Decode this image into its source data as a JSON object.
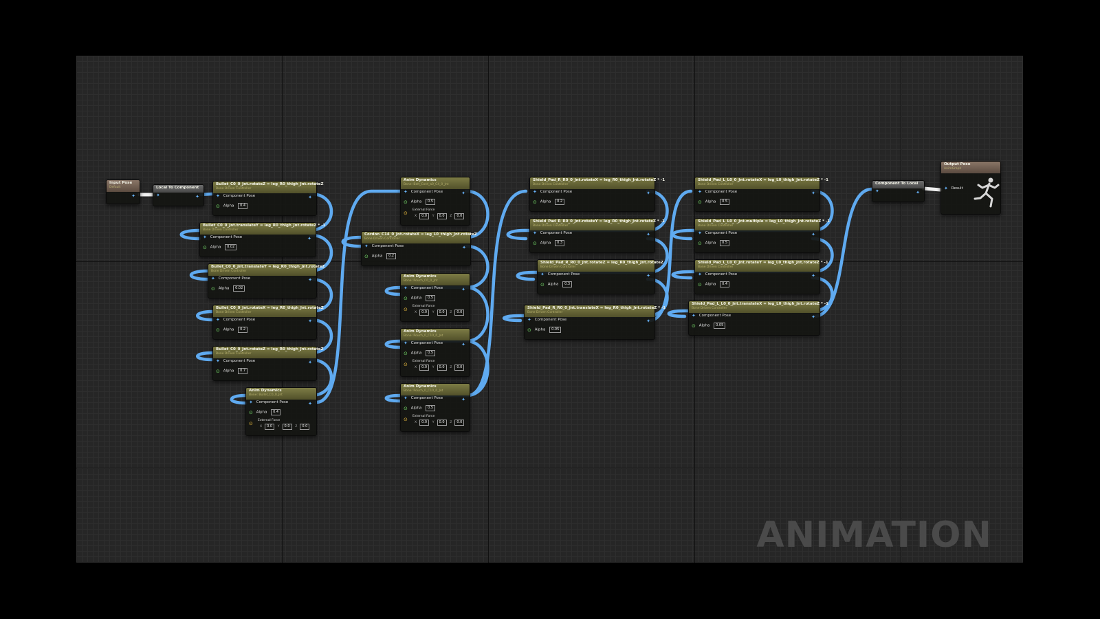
{
  "watermark": "ANIMATION",
  "colors": {
    "pose_wire": "#5faaf0",
    "exec_wire": "#f2f2f2",
    "node_header": "#6b6a3a",
    "grid": "#262626"
  },
  "nodes": {
    "input_pose": {
      "title": "Input Pose",
      "sub": "Default"
    },
    "local_to_component": {
      "title": "Local To Component"
    },
    "component_to_local": {
      "title": "Component To Local"
    },
    "output_pose": {
      "title": "Output Pose",
      "sub": "AnimGraph",
      "pin": "Result"
    },
    "pin_component_pose": "Component Pose",
    "pin_alpha": "Alpha",
    "pin_external_force": "External Force",
    "axis": {
      "x": "X",
      "y": "Y",
      "z": "Z"
    },
    "zero": "0.0",
    "controllers": [
      {
        "id": "n1",
        "title": "Bullet_C0_0_Jnt.rotateZ = leg_R0_thigh_Jnt.rotateZ",
        "sub": "Bone Driven Controller",
        "alpha": "0.4"
      },
      {
        "id": "n2",
        "title": "Bullet_C0_0_Jnt.translateY = leg_R0_thigh_Jnt.rotateZ * -1",
        "sub": "Bone Driven Controller",
        "alpha": "0.02"
      },
      {
        "id": "n3",
        "title": "Bullet_C0_0_Jnt.translateY = leg_R0_thigh_Jnt.rotateZ",
        "sub": "Bone Driven Controller",
        "alpha": "0.02"
      },
      {
        "id": "n4",
        "title": "Bullet_C0_0_Jnt.rotateX = leg_R0_thigh_Jnt.rotateZ",
        "sub": "Bone Driven Controller",
        "alpha": "0.2"
      },
      {
        "id": "n5",
        "title": "Bullet_C0_0_Jnt.rotateZ = leg_R0_thigh_Jnt.rotateZ",
        "sub": "Bone Driven Controller",
        "alpha": "0.7"
      },
      {
        "id": "c2",
        "title": "Cordon_C14_0_Jnt.rotateX = leg_L0_thigh_Jnt.rotateZ",
        "sub": "Bone Driven Controller",
        "alpha": "0.2"
      },
      {
        "id": "s1",
        "title": "Shield_Pad_R_R0_0_Jnt.rotateX = leg_R0_thigh_Jnt.rotateZ * -1",
        "sub": "Bone Driven Controller",
        "alpha": "0.2"
      },
      {
        "id": "s2",
        "title": "Shield_Pad_R_R0_0_Jnt.rotateY = leg_R0_thigh_Jnt.rotateZ * -1",
        "sub": "Bone Driven Controller",
        "alpha": "0.3"
      },
      {
        "id": "s3",
        "title": "Shield_Pad_R_R0_0_Jnt.rotateZ = leg_R0_thigh_Jnt.rotateZ",
        "sub": "Bone Driven Controller",
        "alpha": "0.3"
      },
      {
        "id": "s4",
        "title": "Shield_Pad_R_R0_0_Jnt.translateX = leg_R0_thigh_Jnt.rotateZ * -1",
        "sub": "Bone Driven Controller",
        "alpha": "0.05"
      },
      {
        "id": "t1",
        "title": "Shield_Pad_L_L0_0_Jnt.rotateX = leg_L0_thigh_Jnt.rotateZ * -1",
        "sub": "Bone Driven Controller",
        "alpha": "0.5"
      },
      {
        "id": "t2",
        "title": "Shield_Pad_L_L0_0_Jnt.multiple = leg_L0_thigh_Jnt.rotateZ * -1",
        "sub": "Bone Driven Controller",
        "alpha": "0.5"
      },
      {
        "id": "t3",
        "title": "Shield_Pad_L_L0_0_Jnt.rotateY = leg_L0_thigh_Jnt.rotateZ * -1",
        "sub": "Bone Driven Controller",
        "alpha": "0.4"
      },
      {
        "id": "t4",
        "title": "Shield_Pad_L_L0_0_Jnt.translateX = leg_L0_thigh_Jnt.rotateZ * -1",
        "sub": "Bone Driven Controller",
        "alpha": "0.05"
      }
    ],
    "dynamics": [
      {
        "id": "n6",
        "title": "Anim Dynamics",
        "sub": "Bone: Bullet_C0_0_Jnt",
        "alpha": "0.4"
      },
      {
        "id": "c1",
        "title": "Anim Dynamics",
        "sub": "Bone: Belt_Cord_a0_C4_0_Jnt",
        "alpha": "0.5"
      },
      {
        "id": "c3",
        "title": "Anim Dynamics",
        "sub": "Bone: Pouch_C0_0_Jnt",
        "alpha": "0.5"
      },
      {
        "id": "c4",
        "title": "Anim Dynamics",
        "sub": "Bone: Pouch_0_C10_0_Jnt",
        "alpha": "0.5"
      },
      {
        "id": "c5",
        "title": "Anim Dynamics",
        "sub": "Bone: Pouch_0_C10_0_Jnt",
        "alpha": "0.5"
      }
    ]
  }
}
